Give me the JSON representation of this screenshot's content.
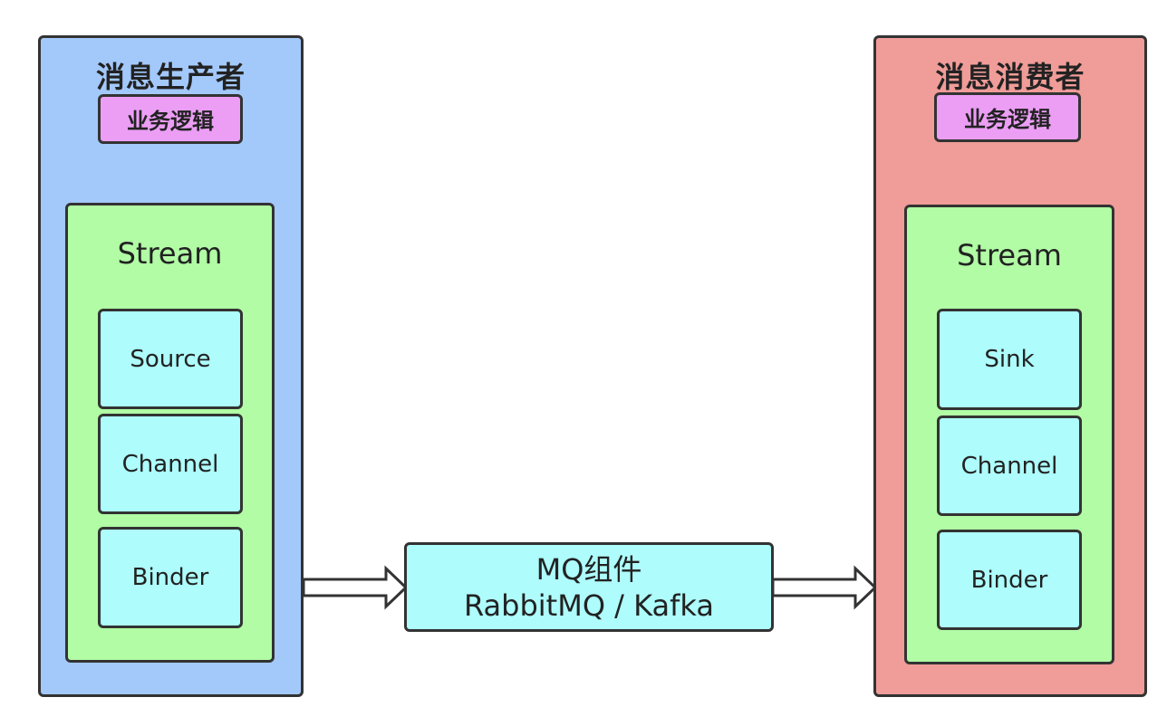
{
  "producer": {
    "title": "消息生产者",
    "logic": "业务逻辑",
    "stream": {
      "title": "Stream",
      "components": [
        "Source",
        "Channel",
        "Binder"
      ]
    }
  },
  "consumer": {
    "title": "消息消费者",
    "logic": "业务逻辑",
    "stream": {
      "title": "Stream",
      "components": [
        "Sink",
        "Channel",
        "Binder"
      ]
    }
  },
  "mq": {
    "line1": "MQ组件",
    "line2": "RabbitMQ / Kafka"
  },
  "colors": {
    "producer_bg": "#a3c9fb",
    "consumer_bg": "#f09c98",
    "logic_bg": "#ec9ef5",
    "stream_bg": "#b1fca5",
    "component_bg": "#aefcfc",
    "border": "#333333"
  }
}
